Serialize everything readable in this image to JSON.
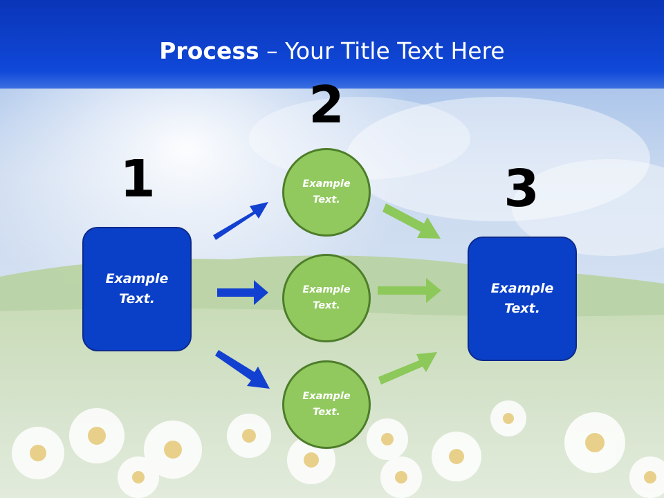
{
  "title": {
    "bold": "Process",
    "rest": " – Your Title Text Here"
  },
  "steps": [
    {
      "number": "1",
      "text": "Example\nText."
    },
    {
      "number": "2",
      "items": [
        "Example\nText.",
        "Example\nText.",
        "Example\nText."
      ]
    },
    {
      "number": "3",
      "text": "Example\nText."
    }
  ],
  "colors": {
    "header": "#0b3bcc",
    "box": "#0a3fc7",
    "circle": "#92c95f",
    "circle_border": "#4d7d2a",
    "arrow_blue": "#1240d0",
    "arrow_green": "#8cc85a"
  }
}
